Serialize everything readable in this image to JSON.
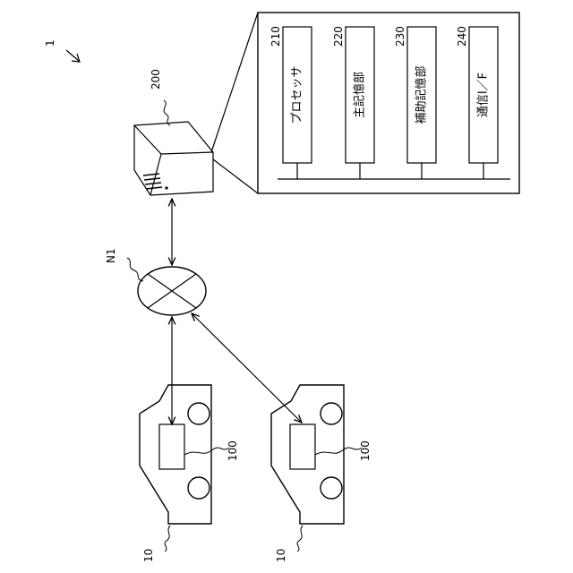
{
  "system": {
    "ref": "1"
  },
  "server": {
    "ref": "200"
  },
  "network": {
    "ref": "N1"
  },
  "components": [
    {
      "ref": "210",
      "label": "プロセッサ"
    },
    {
      "ref": "220",
      "label": "主記憶部"
    },
    {
      "ref": "230",
      "label": "補助記憶部"
    },
    {
      "ref": "240",
      "label": "通信I／F"
    }
  ],
  "vehicles": [
    {
      "ref": "10",
      "device_ref": "100"
    },
    {
      "ref": "10",
      "device_ref": "100"
    }
  ],
  "colors": {
    "line": "#000000",
    "background": "#ffffff"
  }
}
